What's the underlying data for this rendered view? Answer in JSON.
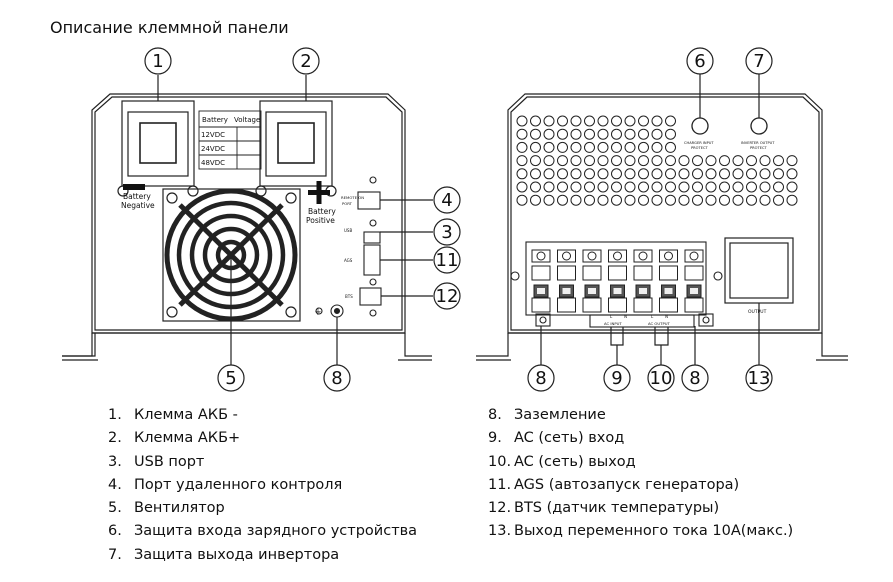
{
  "title": "Описание клеммной панели",
  "callouts": [
    "1",
    "2",
    "3",
    "4",
    "5",
    "6",
    "7",
    "8",
    "9",
    "10",
    "11",
    "12",
    "13"
  ],
  "panel_labels": {
    "battery_negative": "Battery\nNegative",
    "battery_positive": "Battery\nPositive",
    "battery_table_header": [
      "Battery",
      "Voltage"
    ],
    "battery_table_rows": [
      "12VDC",
      "24VDC",
      "48VDC"
    ],
    "remote_port": "REMOTE ON\nPORT",
    "usb": "USB",
    "ags": "AGS",
    "bts": "BTS",
    "charger_input_protect": "CHARGER INPUT\nPROTECT",
    "inverter_output_protect": "INVERTER OUTPUT\nPROTECT",
    "output": "OUTPUT",
    "ac_input": "AC INPUT",
    "ac_output": "AC OUTPUT",
    "terminal_marks": [
      "L",
      "N",
      "L",
      "N"
    ]
  },
  "legend_left": [
    {
      "num": "1.",
      "text": "Клемма АКБ -"
    },
    {
      "num": "2.",
      "text": "Клемма АКБ+"
    },
    {
      "num": "3.",
      "text": "USB порт"
    },
    {
      "num": "4.",
      "text": "Порт удаленного контроля"
    },
    {
      "num": "5.",
      "text": "Вентилятор"
    },
    {
      "num": "6.",
      "text": "Защита входа зарядного устройства"
    },
    {
      "num": "7.",
      "text": "Защита выхода инвертора"
    }
  ],
  "legend_right": [
    {
      "num": "8.",
      "text": "Заземление"
    },
    {
      "num": "9.",
      "text": "AC (сеть) вход"
    },
    {
      "num": "10.",
      "text": "AC (сеть) выход"
    },
    {
      "num": "11.",
      "text": "AGS (автозапуск генератора)"
    },
    {
      "num": "12.",
      "text": "BTS (датчик температуры)"
    },
    {
      "num": "13.",
      "text": "Выход переменного тока 10А(макс.)"
    }
  ]
}
